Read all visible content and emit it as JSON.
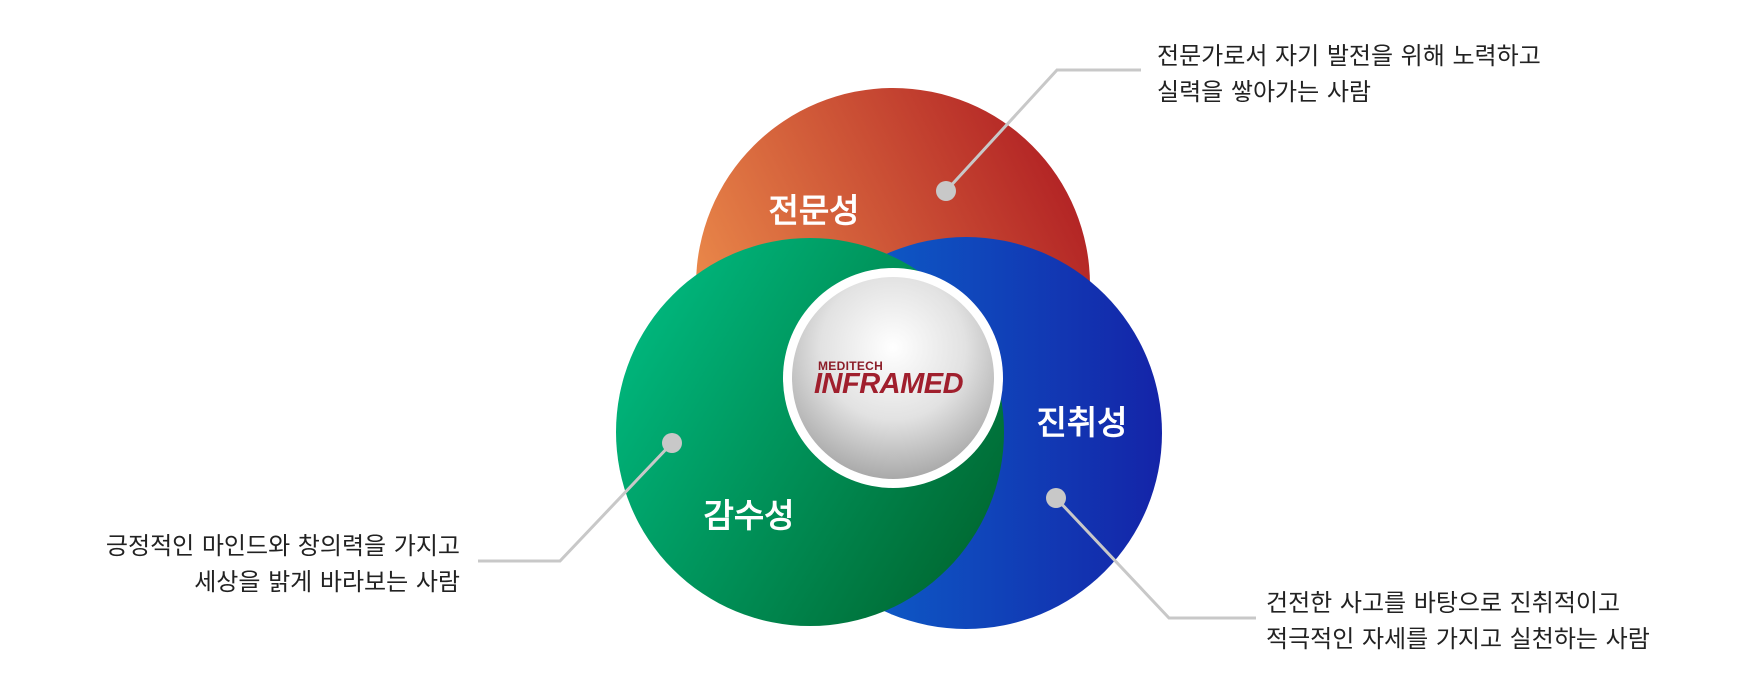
{
  "center": {
    "brand_small": "MEDITECH",
    "brand_big": "INFRAMED"
  },
  "circles": {
    "expertise": {
      "label": "전문성",
      "color_start": "#F0944E",
      "color_end": "#B01F23"
    },
    "progress": {
      "label": "진취성",
      "color_start": "#0B6CD0",
      "color_end": "#1424A8"
    },
    "sensitivity": {
      "label": "감수성",
      "color_start": "#00BA80",
      "color_end": "#00662F"
    }
  },
  "descriptions": {
    "expertise": {
      "line1": "전문가로서 자기 발전을 위해 노력하고",
      "line2": "실력을 쌓아가는 사람"
    },
    "sensitivity": {
      "line1": "긍정적인 마인드와 창의력을 가지고",
      "line2": "세상을 밝게 바라보는 사람"
    },
    "progress": {
      "line1": "건전한 사고를 바탕으로 진취적이고",
      "line2": "적극적인 자세를 가지고 실천하는 사람"
    }
  },
  "connector_color": "#C8C8C8"
}
